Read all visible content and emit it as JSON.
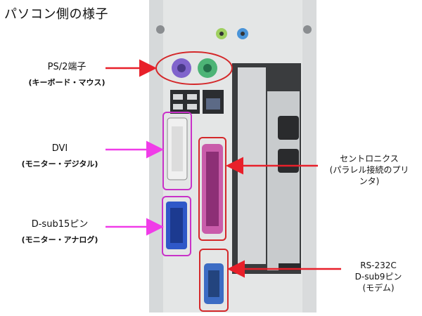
{
  "title": "パソコン側の様子",
  "labels": {
    "ps2": {
      "main": "PS/2端子",
      "sub": "(キーボード・マウス)"
    },
    "dvi": {
      "main": "DVI",
      "sub": "(モニター・デジタル)"
    },
    "dsub15": {
      "main": "D-sub15ピン",
      "sub": "(モニター・アナログ)"
    },
    "centronics": {
      "line1": "セントロニクス",
      "line2": "(パラレル接続のプリ",
      "line3": "ンタ)"
    },
    "rs232c": {
      "line1": "RS-232C",
      "line2": "D-sub9ピン",
      "line3": "(モデム)"
    }
  },
  "colors": {
    "arrow_red": "#e8202a",
    "arrow_magenta": "#f03ce8",
    "highlight_red": "#d4282a",
    "highlight_magenta": "#c832c8",
    "ps2_keyboard": "#7b5bc8",
    "ps2_mouse": "#3fae6a",
    "vga_blue": "#2a55c8",
    "parallel_pink": "#c85aa8",
    "serial_blue": "#3a6ac0",
    "audio_green": "#8ac850",
    "audio_blue": "#3a8ad0"
  }
}
